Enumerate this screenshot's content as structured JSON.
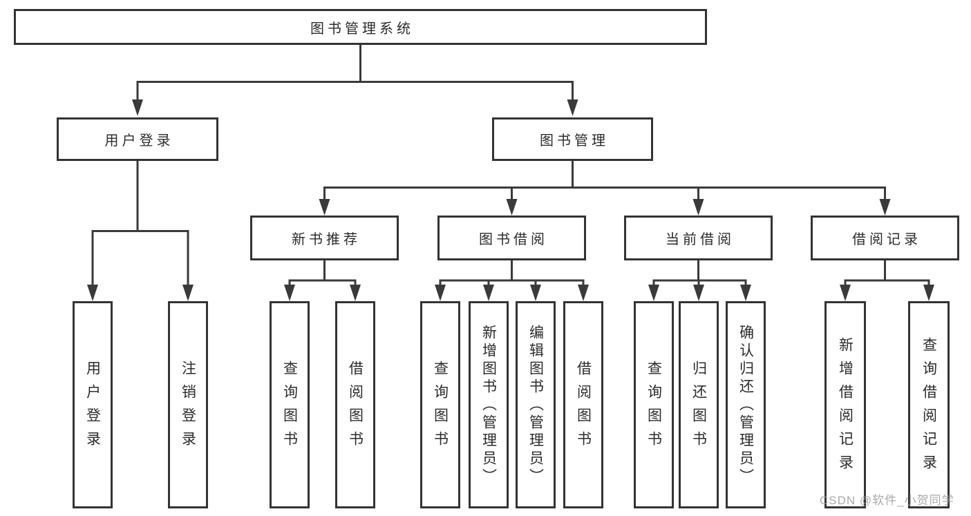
{
  "colors": {
    "bg": "#ffffff",
    "line": "#3a3a3a",
    "border": "#333333",
    "fill": "#ffffff",
    "text": "#2b2b2b",
    "watermark": "#9b9b9b"
  },
  "nodes": {
    "root": "图书管理系统",
    "user_login": "用户登录",
    "book_mgmt": "图书管理",
    "new_books": "新书推荐",
    "book_borrow": "图书借阅",
    "current_borrow": "当前借阅",
    "borrow_records": "借阅记录",
    "ul_user_login": "用户登录",
    "ul_logout": "注销登录",
    "nb_query_books": "查询图书",
    "nb_borrow_books": "借阅图书",
    "bb_query_books": "查询图书",
    "bb_add_books": "新增图书（管理员）",
    "bb_edit_books": "编辑图书（管理员）",
    "bb_borrow_books": "借阅图书",
    "cb_query_books": "查询图书",
    "cb_return_books": "归还图书",
    "cb_confirm_return": "确认归还（管理员）",
    "br_add_record": "新增借阅记录",
    "br_query_record": "查询借阅记录"
  },
  "watermark": "CSDN @软件_小贺同学"
}
